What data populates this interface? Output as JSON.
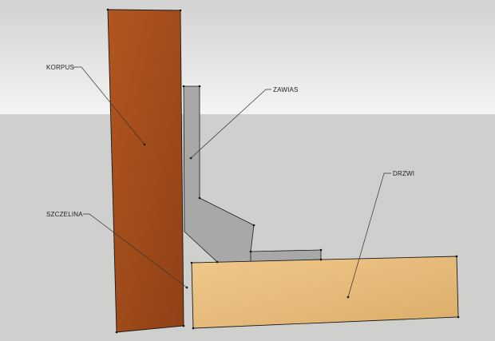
{
  "labels": {
    "korpus": "KORPUS",
    "zawias": "ZAWIAS",
    "drzwi": "DRZWI",
    "szczelina": "SZCZELINA"
  },
  "colors": {
    "sky_top": "#d2d2d2",
    "sky_bottom": "#f4f4f4",
    "ground": "#cfcfcd",
    "korpus": "#b2561f",
    "korpus_dark": "#8f4116",
    "drzwi": "#f0c88a",
    "drzwi_dark": "#dcad6a",
    "zawias": "#a8a8a8",
    "outline": "#1a1a1a"
  }
}
